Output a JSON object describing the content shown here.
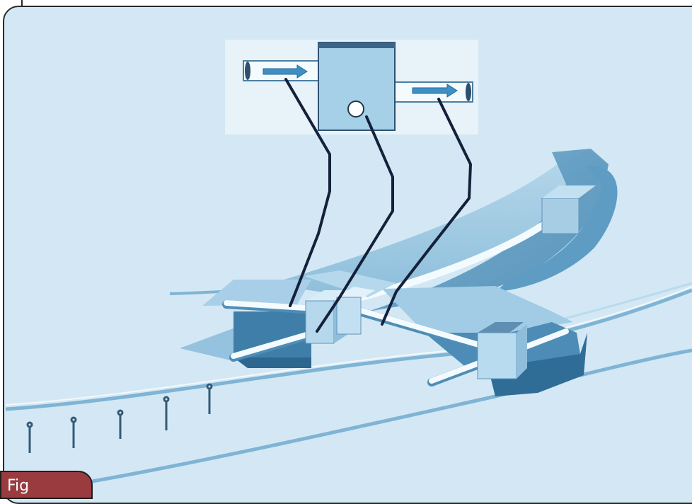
{
  "figure_tab": {
    "label": "Fig"
  },
  "colors": {
    "background": "#d3e8f4",
    "frame_border": "#2a2a2a",
    "tab_fill": "#9a3b3f",
    "leader_lines": "#15203a",
    "flow_arrows": "#3d8fc4",
    "pipe": "#f4fbff"
  },
  "diagram": {
    "callout_inset": {
      "flow_arrows": [
        "flow-arrow-right",
        "flow-arrow-right"
      ]
    },
    "leader_line_count": 3
  }
}
